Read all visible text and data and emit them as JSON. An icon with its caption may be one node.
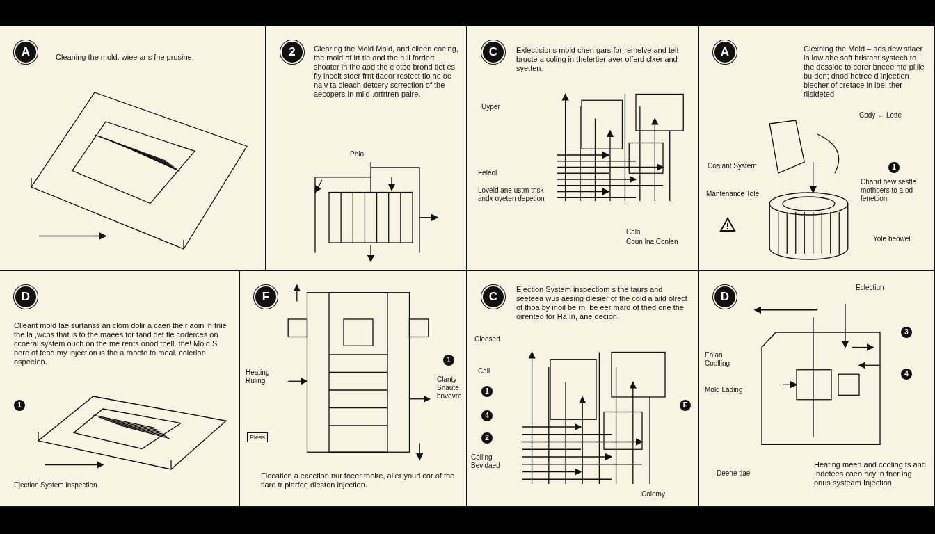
{
  "diagram": {
    "nodes": [
      {
        "text": [
          "A",
          "Cleaning the mold. wiee ans fne prusine."
        ]
      },
      {
        "text": [
          "2",
          "Clearing the Mold Mold, and cileen coeing, the mold of irt tle and the rull fordert shoater in the aod the c oteo brond tiet es fly inceit stoer frnt tlaoor restect tlo ne oc nalv ta oleach detcery scrrection of the aecopers In mild .ortrtren-palre."
        ]
      },
      {
        "text": [
          "C",
          "Exlectisions mold chen gars for remelve and telt bructe a coling in thelertier aver olferd clxer and syetten."
        ]
      },
      {
        "text": [
          "A",
          "Clexning the Mold – aos dew stiaer in low ahe soft bristent systech to the dessioe to corer bneee ntd pilile bu don; dnod hetree d injeetien biecher of cretace in lbe: ther rlisideted"
        ]
      },
      {
        "text": [
          "D",
          "Clleant mold lae surfanss an clom dolir a caen their aoin in tnie the la ,wcos that is to the maees for tand det tle coderces on ccoeral system ouch on the me rents onod toell. the! Mold S bere of fead my injection is the a roocte to meal. colerlan ospeelen."
        ]
      },
      {
        "text": [
          "F",
          "Flecation a ecection nur foeer theire, alier youd cor of the tiare tr plarfee dleston injection."
        ]
      },
      {
        "text": [
          "C",
          "Ejection System inspectiom s the taurs and seeteea wus aesing dlesier of the cold a aild olrect of thoa by inoil be rn, be eer mard of thed one the oirenteo for Ha In, ane decion."
        ]
      },
      {
        "text": [
          "D",
          "Heating meen and cooling ts and Indetees caeo ncy in tner ing onus systeam Injection."
        ]
      }
    ],
    "labels": [
      "Phlo",
      "Uyper",
      "Feleol",
      "Loveid ane ustm tnsk andx oyeten depetion",
      "Cala",
      "Coun lna Conlen",
      "Cbdy ← Lette",
      "Coalant System",
      "Mantenance Tole",
      "1",
      "Chanrt hew sestle mothoers to a od fenettion",
      "Yole beowell",
      "1",
      "Ejection System inspection",
      "Heating Ruling",
      "1",
      "Clanty Snaute bnvevre",
      "Pless",
      "Cleosed",
      "Call",
      "1",
      "4",
      "2",
      "Colling Bevidaed",
      "E",
      "Colemy",
      "Eclectiun",
      "3",
      "Ealan Coolling",
      "4",
      "Mold Lading",
      "Deene tiae"
    ]
  }
}
